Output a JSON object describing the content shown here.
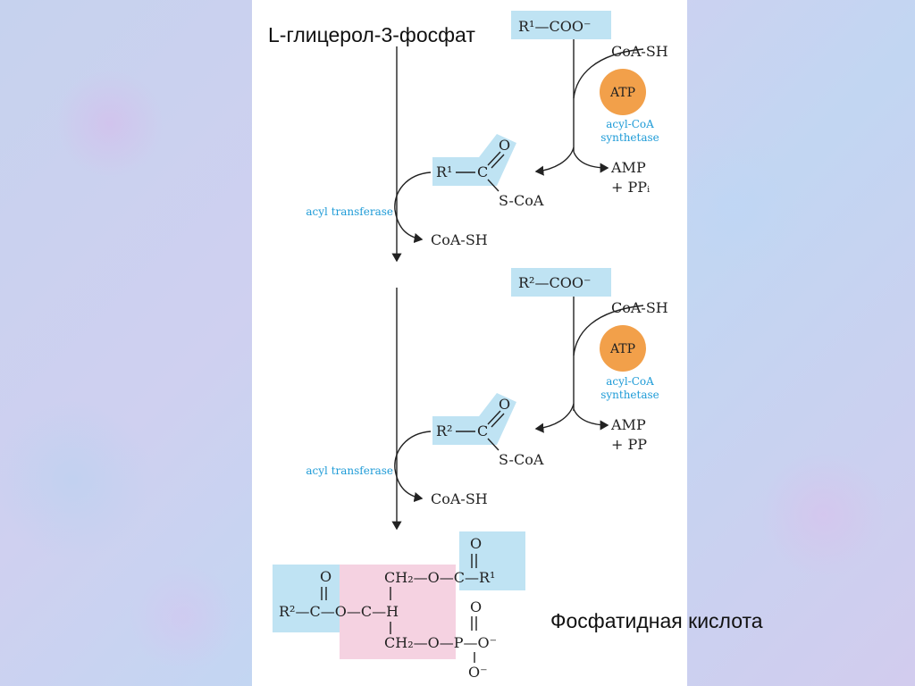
{
  "labels": {
    "top": "L-глицерол-3-фосфат",
    "bottom": "Фосфатидная кислота"
  },
  "step1": {
    "acid": "R¹—COO⁻",
    "coa_in": "CoA-SH",
    "atp": "ATP",
    "enzyme_line1": "acyl-CoA",
    "enzyme_line2": "synthetase",
    "products_line1": "AMP",
    "products_line2": "+ PPᵢ",
    "acyl_r": "R¹",
    "acyl_o": "O",
    "acyl_c": "C",
    "acyl_scoa": "S-CoA",
    "transferase": "acyl transferase",
    "released": "CoA-SH"
  },
  "step2": {
    "acid": "R²—COO⁻",
    "coa_in": "CoA-SH",
    "atp": "ATP",
    "enzyme_line1": "acyl-CoA",
    "enzyme_line2": "synthetase",
    "products_line1": "AMP",
    "products_line2": "+ PP",
    "acyl_r": "R²",
    "acyl_o": "O",
    "acyl_c": "C",
    "acyl_scoa": "S-CoA",
    "transferase": "acyl transferase",
    "released": "CoA-SH"
  },
  "product": {
    "o_top_right": "O",
    "ch2_top": "CH₂—O—C—R¹",
    "o_top_left": "O",
    "r2_ester": "R²—C—O—C—H",
    "ch2_bottom": "CH₂—O—P—O⁻",
    "p_o_top": "O",
    "p_o_bottom": "O⁻"
  },
  "colors": {
    "highlight_blue": "#bfe3f3",
    "highlight_pink": "#f5d2e1",
    "atp_orange": "#f2a04a",
    "enzyme_text": "#1e9bd7"
  }
}
